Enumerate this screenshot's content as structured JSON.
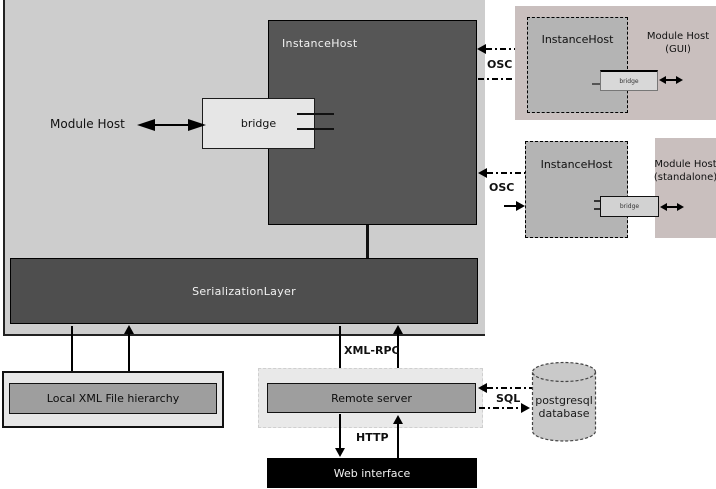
{
  "main_system": {
    "instance_host_label": "InstanceHost",
    "bridge_label": "bridge",
    "module_host_label": "Module Host",
    "serialization_layer_label": "SerializationLayer"
  },
  "gui_host_panel": {
    "instance_host_label": "InstanceHost",
    "bridge_label": "bridge",
    "title_line1": "Module Host",
    "title_line2": "(GUI)",
    "osc_label": "OSC"
  },
  "standalone_host_panel": {
    "instance_host_label": "InstanceHost",
    "bridge_label": "bridge",
    "title_line1": "Module Host",
    "title_line2": "(standalone)",
    "osc_label": "OSC"
  },
  "persistence": {
    "local_xml_label": "Local XML File hierarchy",
    "remote_server_label": "Remote server",
    "web_interface_label": "Web interface",
    "database_label_line1": "postgresql",
    "database_label_line2": "database",
    "xml_rpc_label": "XML-RPC",
    "http_label": "HTTP",
    "sql_label": "SQL"
  },
  "colors": {
    "container_bg": "#cdcdcd",
    "dark_box_bg": "#545454",
    "host_panel_bg": "#c9bfbe",
    "instance_host_bg": "#b4b4b4",
    "bridge_bg": "#e6e6e6",
    "bar_bg": "#9e9e9e",
    "light_panel_bg": "#e8e8e8",
    "web_interface_bg": "#000000",
    "database_bg": "#c9c9c9"
  }
}
